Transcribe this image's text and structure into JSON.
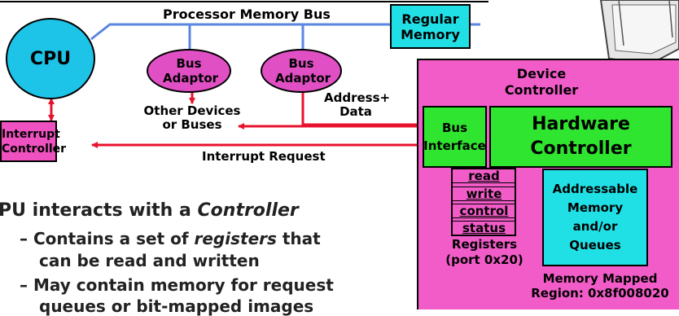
{
  "colors": {
    "bus": "#5a86e0",
    "signal": "#e8112d",
    "cpu": "#1ec3e8",
    "adaptor": "#e14fc4",
    "controller": "#ef52c0",
    "device_controller": "#f25cc9",
    "green": "#2fe52f",
    "cyan_box": "#20e0e6"
  },
  "labels": {
    "processor_memory_bus": "Processor Memory Bus",
    "regular_memory": "Regular Memory",
    "cpu": "CPU",
    "bus_adaptor_1": "Bus Adaptor",
    "bus_adaptor_2": "Bus Adaptor",
    "other_devices": "Other Devices or Buses",
    "address_data": "Address+ Data",
    "interrupt_controller": "Interrupt Controller",
    "interrupt_request": "Interrupt Request",
    "device_controller": "Device Controller",
    "bus_interface": "Bus Interface",
    "hardware_controller": "Hardware Controller",
    "registers": [
      "read",
      "write",
      "control",
      "status"
    ],
    "registers_caption": "Registers (port 0x20)",
    "addressable_memory": "Addressable Memory and/or Queues",
    "memory_mapped_region": "Memory Mapped Region: 0x8f008020"
  },
  "text": {
    "intro_prefix": "PU interacts with a ",
    "intro_emph": "Controller",
    "b1_prefix": "– Contains a set of ",
    "b1_emph": "registers",
    "b1_suffix": " that",
    "b1_line2": "can be read and written",
    "b2_line1": "– May contain memory for request",
    "b2_line2": "queues or bit-mapped images"
  }
}
